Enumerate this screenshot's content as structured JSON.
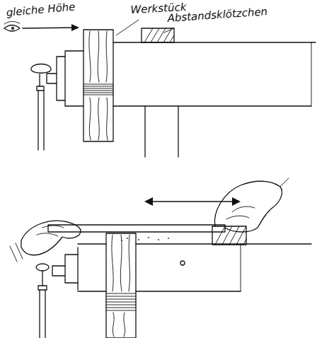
{
  "diagram": {
    "labels": [
      "gleiche Höhe",
      "Werkstück",
      "Abstandsklötzchen"
    ]
  }
}
